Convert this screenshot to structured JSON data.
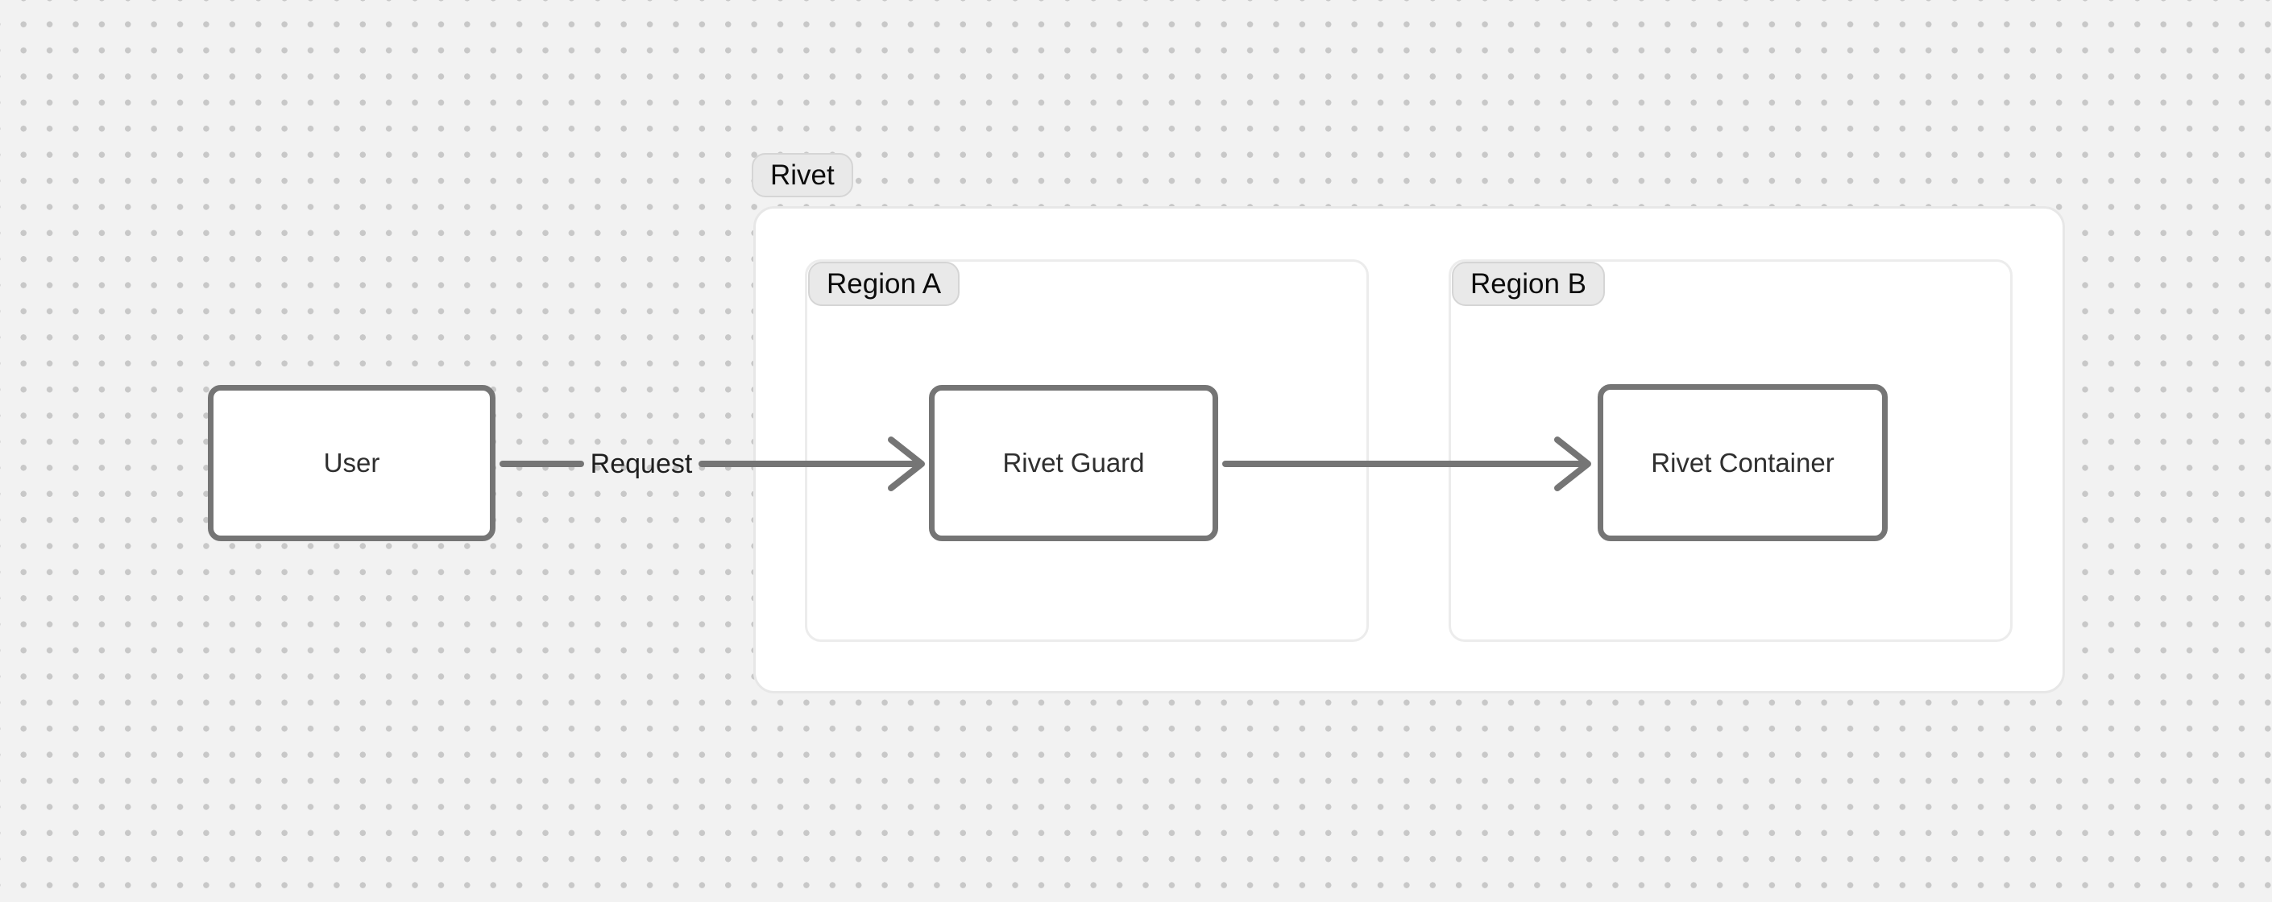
{
  "diagram": {
    "groups": [
      {
        "id": "rivet",
        "label": "Rivet"
      },
      {
        "id": "region-a",
        "label": "Region A"
      },
      {
        "id": "region-b",
        "label": "Region B"
      }
    ],
    "nodes": [
      {
        "id": "user",
        "label": "User"
      },
      {
        "id": "rivet-guard",
        "label": "Rivet Guard"
      },
      {
        "id": "rivet-container",
        "label": "Rivet Container"
      }
    ],
    "edges": [
      {
        "from": "user",
        "to": "rivet-guard",
        "label": "Request"
      },
      {
        "from": "rivet-guard",
        "to": "rivet-container",
        "label": ""
      }
    ],
    "colors": {
      "canvas_bg": "#f2f2f2",
      "dot": "#c8c8c8",
      "container_bg": "#ffffff",
      "container_border": "#e7e7e7",
      "region_border": "#ececec",
      "node_border": "#757575",
      "node_text": "#2f2f2f",
      "pill_bg": "#e9e9e9",
      "pill_border": "#d5d5d5",
      "pill_text": "#0c0c0c",
      "arrow": "#757575",
      "edge_label_text": "#1f1f1f"
    }
  }
}
